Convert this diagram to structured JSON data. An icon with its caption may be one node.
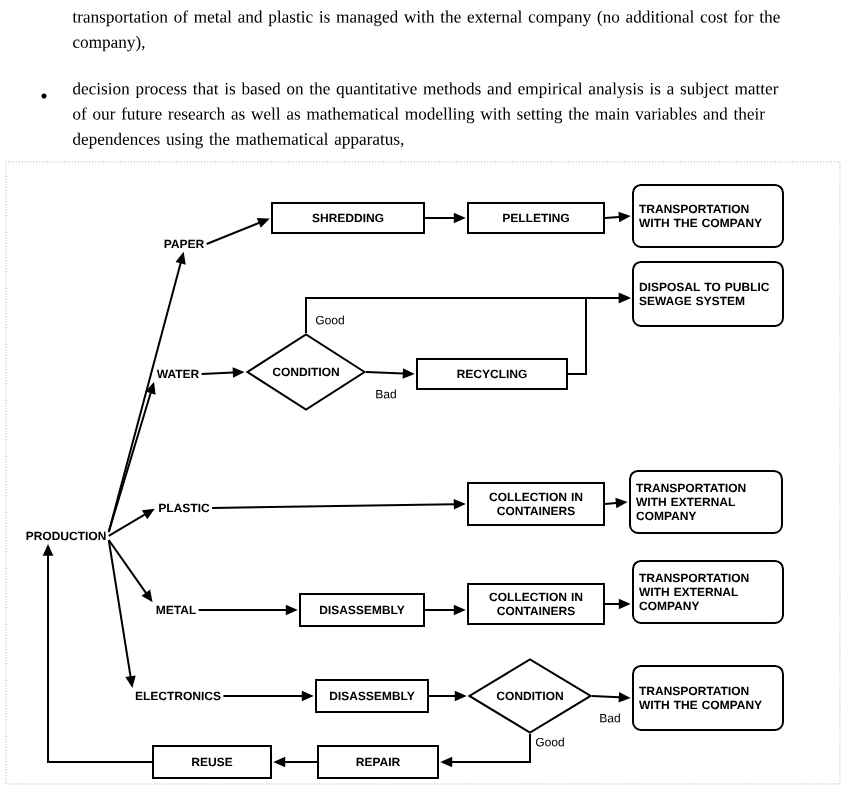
{
  "diagram": {
    "nodes": [
      {
        "text": [
          "PRODUCTION"
        ]
      },
      {
        "text": [
          "PAPER"
        ]
      },
      {
        "text": [
          "SHREDDING"
        ]
      },
      {
        "text": [
          "PELLETING"
        ]
      },
      {
        "text": [
          "TRANSPORTATION WITH THE COMPANY"
        ]
      },
      {
        "text": [
          "WATER"
        ]
      },
      {
        "text": [
          "CONDITION"
        ]
      },
      {
        "text": [
          "RECYCLING"
        ]
      },
      {
        "text": [
          "DISPOSAL TO PUBLIC SEWAGE SYSTEM"
        ]
      },
      {
        "text": [
          "PLASTIC"
        ]
      },
      {
        "text": [
          "COLLECTION IN CONTAINERS"
        ]
      },
      {
        "text": [
          "TRANSPORTATION WITH EXTERNAL COMPANY"
        ]
      },
      {
        "text": [
          "METAL"
        ]
      },
      {
        "text": [
          "DISASSEMBLY"
        ]
      },
      {
        "text": [
          "COLLECTION IN CONTAINERS"
        ]
      },
      {
        "text": [
          "TRANSPORTATION WITH EXTERNAL COMPANY"
        ]
      },
      {
        "text": [
          "ELECTRONICS"
        ]
      },
      {
        "text": [
          "DISASSEMBLY"
        ]
      },
      {
        "text": [
          "CONDITION"
        ]
      },
      {
        "text": [
          "TRANSPORTATION WITH THE COMPANY"
        ]
      },
      {
        "text": [
          "REPAIR"
        ]
      },
      {
        "text": [
          "REUSE"
        ]
      }
    ],
    "edges": [
      {
        "from": 0,
        "to": 1,
        "arrow": "to"
      },
      {
        "from": 0,
        "to": 5,
        "arrow": "to"
      },
      {
        "from": 0,
        "to": 9,
        "arrow": "to"
      },
      {
        "from": 0,
        "to": 12,
        "arrow": "to"
      },
      {
        "from": 0,
        "to": 16,
        "arrow": "to"
      },
      {
        "from": 1,
        "to": 2,
        "arrow": "to"
      },
      {
        "from": 2,
        "to": 3,
        "arrow": "to"
      },
      {
        "from": 3,
        "to": 4,
        "arrow": "to"
      },
      {
        "from": 5,
        "to": 6,
        "arrow": "to"
      },
      {
        "from": 6,
        "to": 8,
        "arrow": "to",
        "label": "Good"
      },
      {
        "from": 6,
        "to": 7,
        "arrow": "to",
        "label": "Bad"
      },
      {
        "from": 7,
        "to": 8,
        "arrow": "to"
      },
      {
        "from": 9,
        "to": 10,
        "arrow": "to"
      },
      {
        "from": 10,
        "to": 11,
        "arrow": "to"
      },
      {
        "from": 12,
        "to": 13,
        "arrow": "to"
      },
      {
        "from": 13,
        "to": 14,
        "arrow": "to"
      },
      {
        "from": 14,
        "to": 15,
        "arrow": "to"
      },
      {
        "from": 16,
        "to": 17,
        "arrow": "to"
      },
      {
        "from": 17,
        "to": 18,
        "arrow": "to"
      },
      {
        "from": 18,
        "to": 19,
        "arrow": "to",
        "label": "Bad"
      },
      {
        "from": 18,
        "to": 20,
        "arrow": "to",
        "label": "Good"
      },
      {
        "from": 20,
        "to": 21,
        "arrow": "to"
      },
      {
        "from": 21,
        "to": 0,
        "arrow": "to"
      }
    ],
    "labels": [
      "transportation of metal and plastic is managed with the external company (no additional cost for the company),",
      "decision process that is based on the quantitative methods and empirical analysis is a subject matter of our future research as well as mathematical modelling with setting the main variables and their dependences using the mathematical apparatus,"
    ]
  }
}
